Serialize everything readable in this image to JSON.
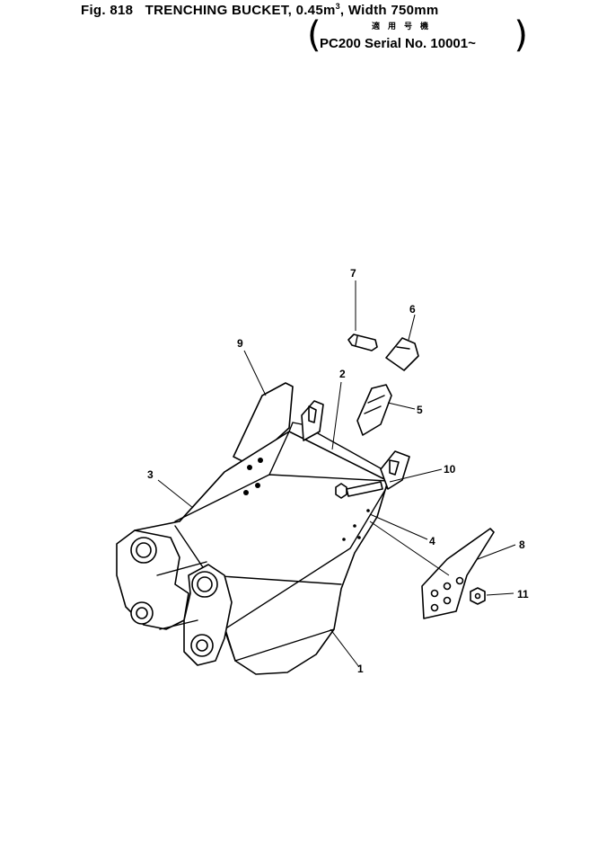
{
  "header": {
    "fig_label": "Fig. 818",
    "title_main": "TRENCHING BUCKET, 0.45m",
    "title_sup": "3",
    "title_width": ", Width 750mm",
    "applicable_label_kanji": "適用号機",
    "serial_text": "PC200 Serial No. 10001~"
  },
  "callouts": {
    "c1": "1",
    "c2": "2",
    "c3": "3",
    "c4": "4",
    "c5": "5",
    "c6": "6",
    "c7": "7",
    "c8": "8",
    "c9": "9",
    "c10": "10",
    "c11": "11"
  },
  "colors": {
    "ink": "#000000",
    "paper": "#ffffff"
  }
}
